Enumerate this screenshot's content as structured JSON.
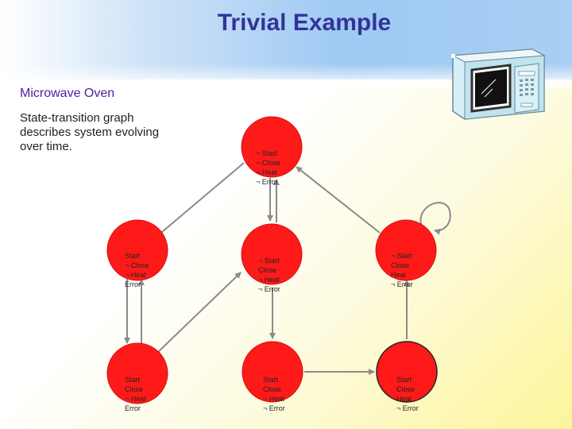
{
  "slide": {
    "title": "Trivial Example",
    "subtitle": "Microwave Oven",
    "description": "State-transition graph describes system evolving over time."
  },
  "colors": {
    "title": "#333399",
    "subtitle": "#4b1fa0",
    "state_fill": "#ff1a1a",
    "edge": "#8a8a8a",
    "band": "#9ec9f3"
  },
  "illustration": "microwave-oven-icon",
  "states": [
    {
      "id": "s0",
      "lines": [
        "¬ Start",
        "¬ Close",
        "¬ Heat",
        "¬ Error"
      ]
    },
    {
      "id": "s1",
      "lines": [
        "Start",
        "¬ Close",
        "¬ Heat",
        "Error"
      ]
    },
    {
      "id": "s2",
      "lines": [
        "¬ Start",
        "Close",
        "¬ Heat",
        "¬ Error"
      ]
    },
    {
      "id": "s3",
      "lines": [
        "¬ Start",
        "Close",
        "Heat",
        "¬ Error"
      ]
    },
    {
      "id": "s4",
      "lines": [
        "Start",
        "Close",
        "¬ Heat",
        "Error"
      ]
    },
    {
      "id": "s5",
      "lines": [
        "Start",
        "Close",
        "¬ Heat",
        "¬ Error"
      ]
    },
    {
      "id": "s6",
      "lines": [
        "Start",
        "Close",
        "Heat",
        "¬ Error"
      ]
    }
  ]
}
